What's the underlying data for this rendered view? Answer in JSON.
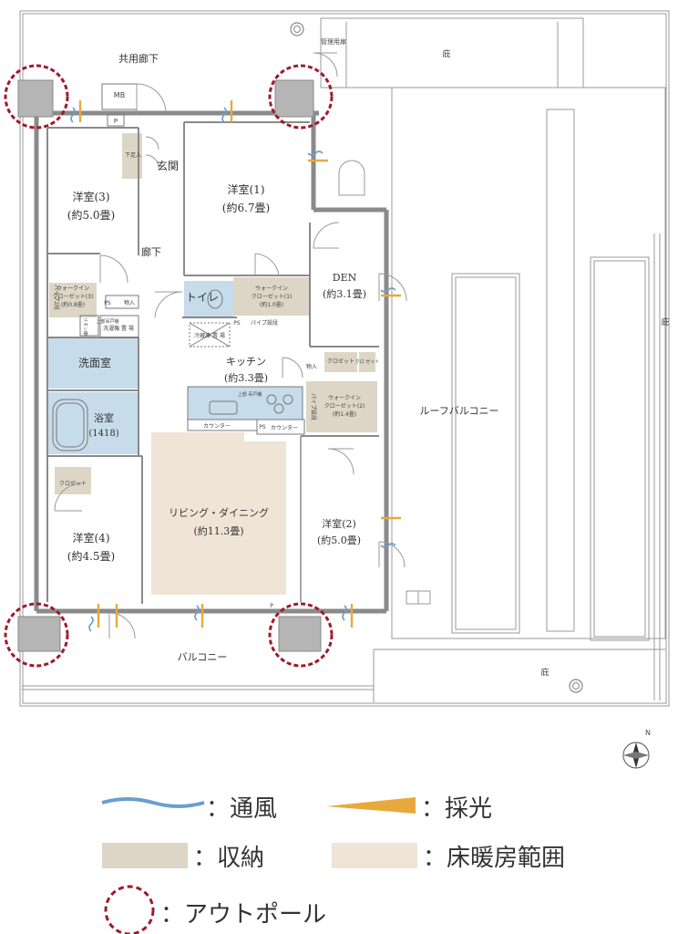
{
  "colors": {
    "wall": "#8a8a8a",
    "pillar": "#b5b5b5",
    "storage": "#ddd6c6",
    "floor_heating": "#f0e4d6",
    "wet_area": "#c7dcea",
    "outpole": "#9e1a2a",
    "ventilation": "#6a9fd0",
    "daylight": "#e8a93c"
  },
  "corridor": {
    "label": "共用廊下",
    "mb": "MB",
    "pipe_space": "P",
    "mgmt": "管理用扉"
  },
  "rooms": {
    "western1": {
      "name": "洋室(1)",
      "size": "(約6.7畳)"
    },
    "western2": {
      "name": "洋室(2)",
      "size": "(約5.0畳)"
    },
    "western3": {
      "name": "洋室(3)",
      "size": "(約5.0畳)"
    },
    "western4": {
      "name": "洋室(4)",
      "size": "(約4.5畳)"
    },
    "den": {
      "name": "DEN",
      "size": "(約3.1畳)"
    },
    "kitchen": {
      "name": "キッチン",
      "size": "(約3.3畳)"
    },
    "living": {
      "name": "リビング・ダイニング",
      "size": "(約11.3畳)"
    },
    "entrance": "玄関",
    "hallway": "廊下",
    "toilet": "トイレ",
    "washroom": "洗面室",
    "bath": {
      "name": "浴室",
      "size": "(1418)"
    }
  },
  "storage": {
    "shoe": "下足入",
    "wic3": [
      "ウォークイン",
      "クローゼット(3)",
      "(約0.8畳)"
    ],
    "wic1": [
      "ウォークイン",
      "クローゼット(1)",
      "(約1.0畳)"
    ],
    "wic2": [
      "ウォークイン",
      "クローゼット(2)",
      "(約1.4畳)"
    ],
    "closet": "クロゼット",
    "closet_short": "クロ ゼット",
    "storage": "物入",
    "pipe_shelf": "パイプ2段",
    "pipe_shelf2": "パイプ設段",
    "upper_shelf": "上部吊戸棚",
    "upper_shelf2": "上部 吊戸棚",
    "washer": "洗濯機 置 場",
    "fridge": "冷蔵庫 置 場",
    "counter": "カウンター",
    "ps": "PS",
    "p": "P",
    "linen": "リネン庫"
  },
  "outside": {
    "balcony": "バルコニー",
    "roof_balcony": "ルーフバルコニー",
    "eave": "庇"
  },
  "legend": {
    "ventilation": "：通風",
    "daylight": "：採光",
    "storage": "：収納",
    "floor_heating": "：床暖房範囲",
    "outpole": "：アウトポール"
  }
}
